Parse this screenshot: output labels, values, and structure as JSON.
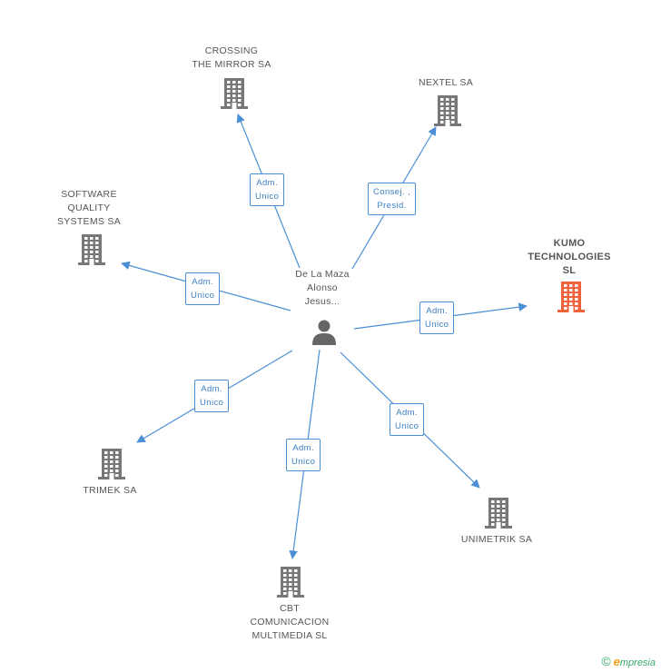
{
  "center": {
    "name": "De La Maza\nAlonso\nJesus..."
  },
  "companies": [
    {
      "id": "crossing",
      "name": "CROSSING\nTHE MIRROR SA",
      "highlight": false,
      "relation": "Adm.\nUnico"
    },
    {
      "id": "nextel",
      "name": "NEXTEL SA",
      "highlight": false,
      "relation": "Consej. ,\nPresid."
    },
    {
      "id": "software",
      "name": "SOFTWARE\nQUALITY\nSYSTEMS SA",
      "highlight": false,
      "relation": "Adm.\nUnico"
    },
    {
      "id": "kumo",
      "name": "KUMO\nTECHNOLOGIES\nSL",
      "highlight": true,
      "relation": "Adm.\nUnico"
    },
    {
      "id": "trimek",
      "name": "TRIMEK SA",
      "highlight": false,
      "relation": "Adm.\nUnico"
    },
    {
      "id": "unimetrik",
      "name": "UNIMETRIK SA",
      "highlight": false,
      "relation": "Adm.\nUnico"
    },
    {
      "id": "cbt",
      "name": "CBT\nCOMUNICACION\nMULTIMEDIA  SL",
      "highlight": false,
      "relation": "Adm.\nUnico"
    }
  ],
  "colors": {
    "edge": "#4a8fd6",
    "building": "#777777",
    "highlight": "#f0623a",
    "person": "#666666"
  },
  "footer": {
    "copyright": "©",
    "brand_e": "e",
    "brand_rest": "mpresia"
  }
}
